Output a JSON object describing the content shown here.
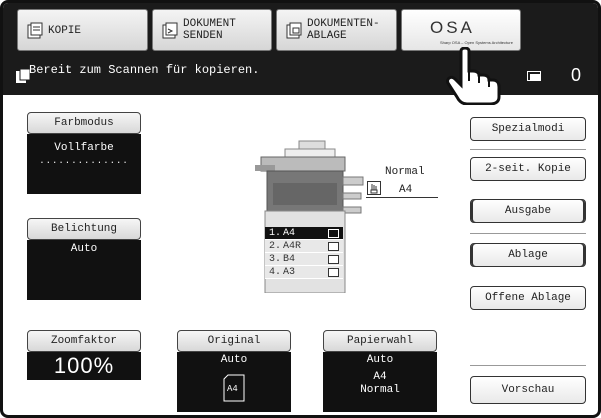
{
  "tabs": {
    "kopie": "KOPIE",
    "senden": "DOKUMENT\nSENDEN",
    "ablage": "DOKUMENTEN-\nABLAGE",
    "osa_logo": "OSA",
    "osa_sub": "Sharp OSA – Open Systems Architecture"
  },
  "status": {
    "message": "Bereit zum Scannen für kopieren.",
    "job_count": "0"
  },
  "farbmodus": {
    "label": "Farbmodus",
    "value": "Vollfarbe",
    "dots": "··············"
  },
  "belichtung": {
    "label": "Belichtung",
    "value": "Auto"
  },
  "zoom": {
    "label": "Zoomfaktor",
    "value": "100%"
  },
  "original": {
    "label": "Original",
    "value": "Auto",
    "paper": "A4"
  },
  "papierwahl": {
    "label": "Papierwahl",
    "value": "Auto",
    "size": "A4",
    "type": "Normal"
  },
  "output": {
    "type": "Normal",
    "size": "A4"
  },
  "trays": [
    {
      "num": "1.",
      "paper": "A4",
      "selected": true
    },
    {
      "num": "2.",
      "paper": "A4R",
      "selected": false
    },
    {
      "num": "3.",
      "paper": "B4",
      "selected": false
    },
    {
      "num": "4.",
      "paper": "A3",
      "selected": false
    }
  ],
  "right_buttons": {
    "spezialmodi": "Spezialmodi",
    "duplex": "2-seit. Kopie",
    "ausgabe": "Ausgabe",
    "ablage": "Ablage",
    "offene_ablage": "Offene Ablage",
    "vorschau": "Vorschau"
  },
  "colors": {
    "bar": "#1b1b1b",
    "panel_dark": "#111111",
    "button_light": "#e9e9e9"
  }
}
